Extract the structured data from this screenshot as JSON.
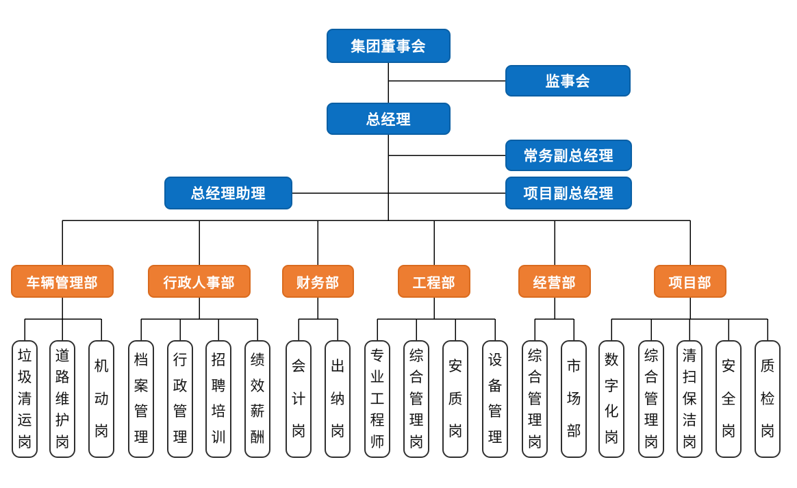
{
  "org_chart": {
    "executive": {
      "board": "集团董事会",
      "supervisory_board": "监事会",
      "general_manager": "总经理",
      "executive_deputy_gm": "常务副总经理",
      "gm_assistant": "总经理助理",
      "project_deputy_gm": "项目副总经理"
    },
    "departments": [
      {
        "name": "车辆管理部",
        "positions": [
          "垃圾清运岗",
          "道路维护岗",
          "机动岗"
        ]
      },
      {
        "name": "行政人事部",
        "positions": [
          "档案管理",
          "行政管理",
          "招聘培训",
          "绩效薪酬"
        ]
      },
      {
        "name": "财务部",
        "positions": [
          "会计岗",
          "出纳岗"
        ]
      },
      {
        "name": "工程部",
        "positions": [
          "专业工程师",
          "综合管理岗",
          "安质岗",
          "设备管理"
        ]
      },
      {
        "name": "经营部",
        "positions": [
          "综合管理岗",
          "市场部"
        ]
      },
      {
        "name": "项目部",
        "positions": [
          "数字化岗",
          "综合管理岗",
          "清扫保洁岗",
          "安全岗",
          "质检岗"
        ]
      }
    ],
    "colors": {
      "executive_box_fill": "#0c70c2",
      "executive_box_border": "#0a5fa4",
      "department_box_fill": "#ed7d31",
      "department_box_border": "#d96b1f",
      "position_box_border": "#2f2f2f",
      "connector_line": "#000000",
      "box_text": "#ffffff",
      "position_text": "#111111"
    }
  }
}
